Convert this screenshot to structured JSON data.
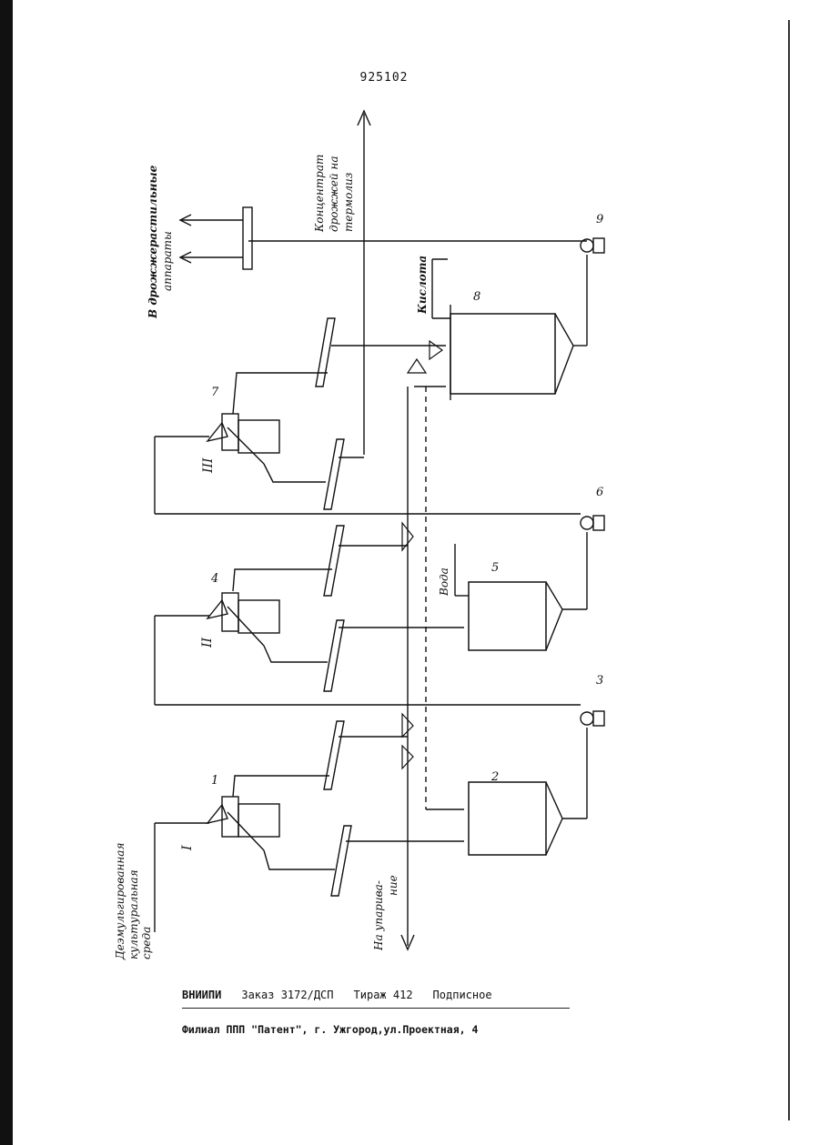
{
  "document": {
    "patent_number": "925102"
  },
  "labels": {
    "incoming_medium": [
      "Деэмульгированная",
      "культуральная",
      "среда"
    ],
    "to_yeast_growers": [
      "В дрожжерастильные",
      "аппараты"
    ],
    "concentrate": [
      "Концентрат",
      "дрожжей на",
      "термолиз"
    ],
    "to_evaporation": [
      "На упарива-",
      "ние"
    ],
    "acid": "Кислота",
    "water": "Вода"
  },
  "stage_numerals": [
    "I",
    "II",
    "III"
  ],
  "equipment_numbers": [
    "1",
    "2",
    "3",
    "4",
    "5",
    "6",
    "7",
    "8",
    "9"
  ],
  "footer": {
    "publisher": "ВНИИПИ",
    "order": "Заказ 3172/ДСП",
    "circulation": "Тираж 412",
    "subscription": "Подписное",
    "branch": "Филиал ППП \"Патент\", г. Ужгород,ул.Проектная, 4"
  }
}
